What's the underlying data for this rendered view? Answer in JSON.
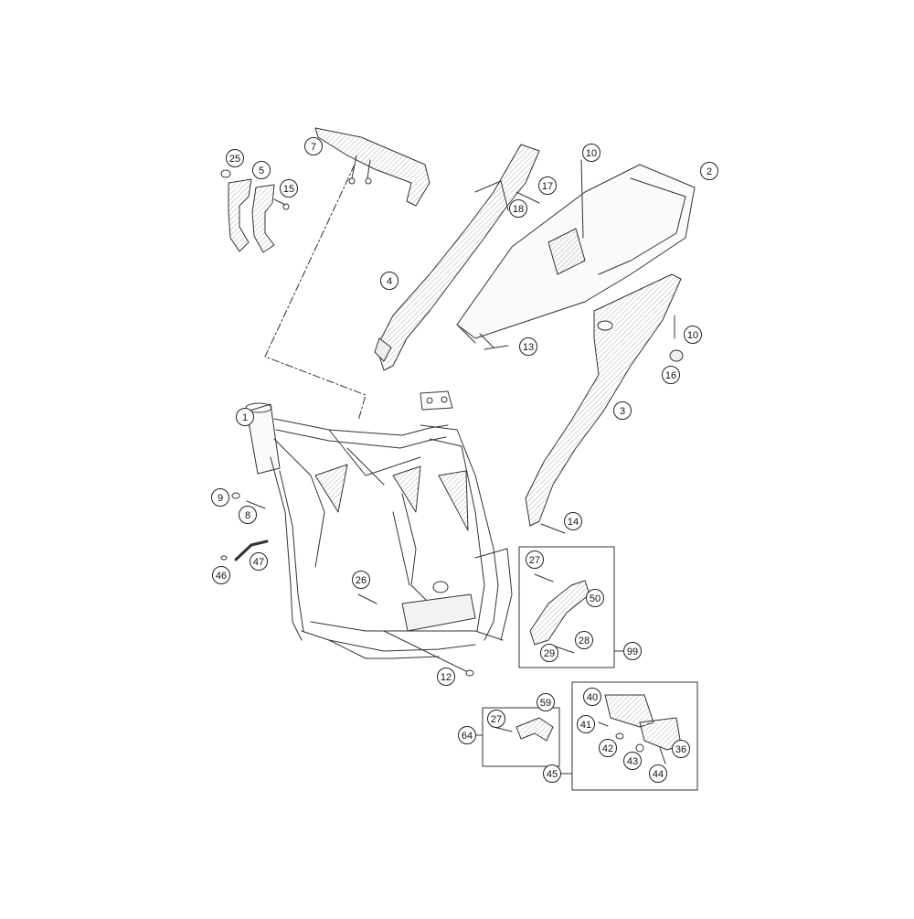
{
  "callouts": {
    "c1": "1",
    "c2": "2",
    "c3": "3",
    "c4": "4",
    "c5": "5",
    "c7": "7",
    "c8": "8",
    "c9": "9",
    "c10a": "10",
    "c10b": "10",
    "c12": "12",
    "c13": "13",
    "c14": "14",
    "c15": "15",
    "c16": "16",
    "c17": "17",
    "c18": "18",
    "c25": "25",
    "c26": "26",
    "c27a": "27",
    "c27b": "27",
    "c28": "28",
    "c29": "29",
    "c36": "36",
    "c40": "40",
    "c41": "41",
    "c42": "42",
    "c43": "43",
    "c44": "44",
    "c45": "45",
    "c46": "46",
    "c47": "47",
    "c50": "50",
    "c59": "59",
    "c64": "64",
    "c99": "99"
  }
}
